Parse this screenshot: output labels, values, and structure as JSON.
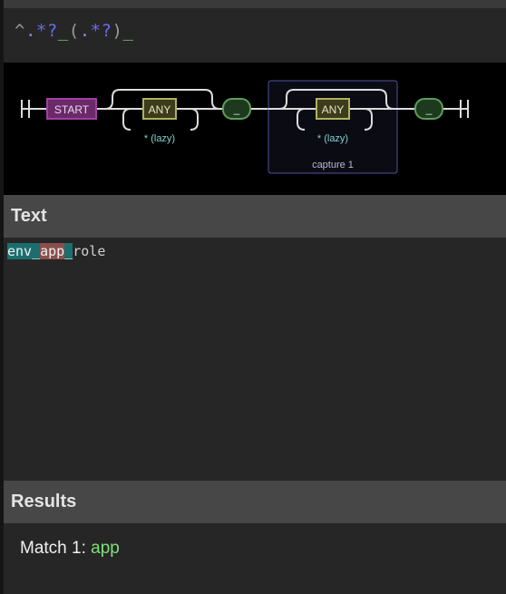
{
  "regex": {
    "tokens": [
      {
        "text": "^",
        "kind": "anchor"
      },
      {
        "text": ".",
        "kind": "any"
      },
      {
        "text": "*?",
        "kind": "quant"
      },
      {
        "text": "_",
        "kind": "lit"
      },
      {
        "text": "(",
        "kind": "group"
      },
      {
        "text": ".",
        "kind": "any"
      },
      {
        "text": "*?",
        "kind": "quant"
      },
      {
        "text": ")",
        "kind": "group"
      },
      {
        "text": "_",
        "kind": "lit"
      }
    ]
  },
  "diagram": {
    "start_label": "START",
    "any_label_1": "ANY",
    "lazy_label_1": "* (lazy)",
    "literal_1": "_",
    "any_label_2": "ANY",
    "lazy_label_2": "* (lazy)",
    "capture_label": "capture 1",
    "literal_2": "_"
  },
  "text_section": {
    "title": "Text",
    "segments": [
      {
        "text": "env_",
        "cls": "hl-env"
      },
      {
        "text": "app",
        "cls": "hl-app"
      },
      {
        "text": "_",
        "cls": "hl-us"
      },
      {
        "text": "role",
        "cls": ""
      }
    ]
  },
  "results_section": {
    "title": "Results",
    "match_label": "Match 1:",
    "match_value": "app"
  },
  "colors": {
    "start_box": "#a040a0",
    "any_box": "#b0b060",
    "literal_box": "#5aa05a",
    "capture_border": "#5050a0",
    "lazy_text": "#7fd0d0"
  }
}
